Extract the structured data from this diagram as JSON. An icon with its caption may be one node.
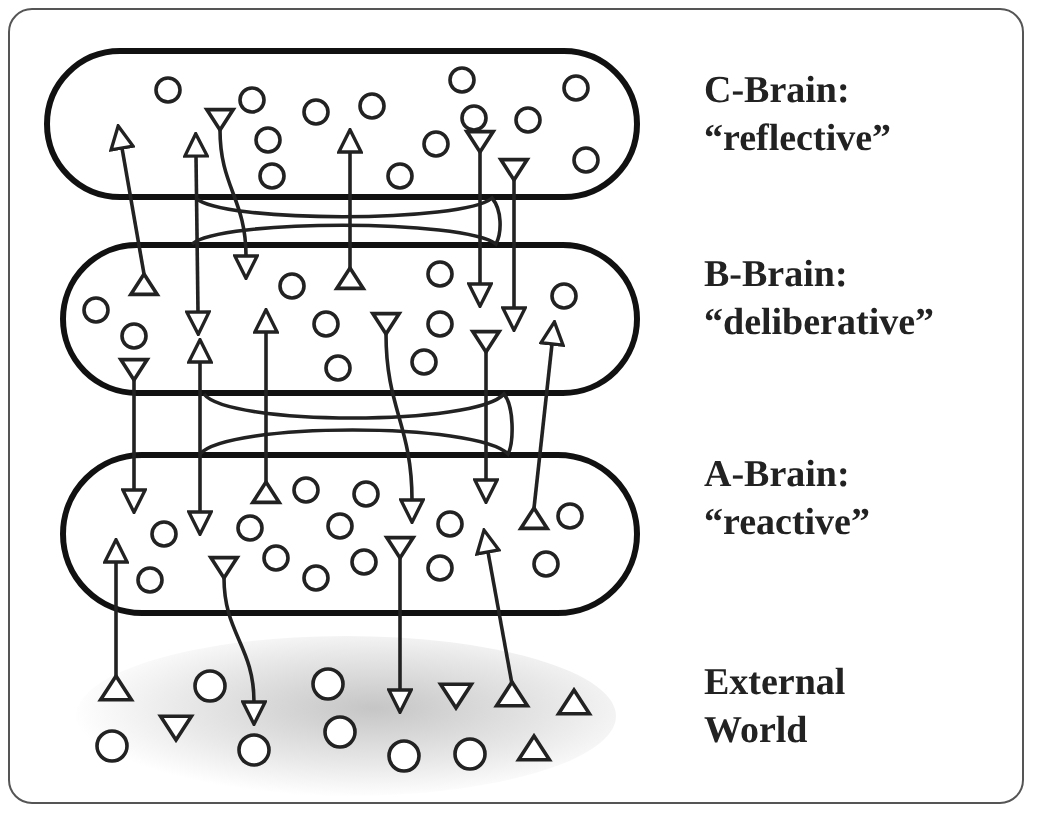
{
  "diagram": {
    "nodes": [
      {
        "text": [],
        "shape": "oval",
        "beside": [
          "C-Brain:",
          "“reflective”"
        ]
      },
      {
        "text": [],
        "shape": "oval",
        "beside": [
          "B-Brain:",
          "“deliberative”"
        ]
      },
      {
        "text": [],
        "shape": "oval",
        "beside": [
          "A-Brain:",
          "“reactive”"
        ]
      },
      {
        "text": [],
        "shape": "cloud",
        "beside": [
          "External World"
        ]
      }
    ],
    "edges": [
      {
        "from": 1,
        "to": 0,
        "arrow": "to"
      },
      {
        "from": 0,
        "to": 1,
        "arrow": "both"
      },
      {
        "from": 0,
        "to": 1,
        "arrow": "to"
      },
      {
        "from": 1,
        "to": 0,
        "arrow": "to"
      },
      {
        "from": 0,
        "to": 1,
        "arrow": "to"
      },
      {
        "from": 0,
        "to": 1,
        "arrow": "to"
      },
      {
        "from": 1,
        "to": 2,
        "arrow": "to"
      },
      {
        "from": 1,
        "to": 2,
        "arrow": "both"
      },
      {
        "from": 2,
        "to": 1,
        "arrow": "to"
      },
      {
        "from": 1,
        "to": 2,
        "arrow": "to"
      },
      {
        "from": 1,
        "to": 2,
        "arrow": "to"
      },
      {
        "from": 2,
        "to": 1,
        "arrow": "to"
      },
      {
        "from": 3,
        "to": 2,
        "arrow": "to"
      },
      {
        "from": 2,
        "to": 3,
        "arrow": "to"
      },
      {
        "from": 2,
        "to": 3,
        "arrow": "to"
      },
      {
        "from": 3,
        "to": 2,
        "arrow": "to"
      },
      {
        "from": 0,
        "to": 1,
        "arrow": "none"
      },
      {
        "from": 1,
        "to": 2,
        "arrow": "none"
      }
    ]
  }
}
